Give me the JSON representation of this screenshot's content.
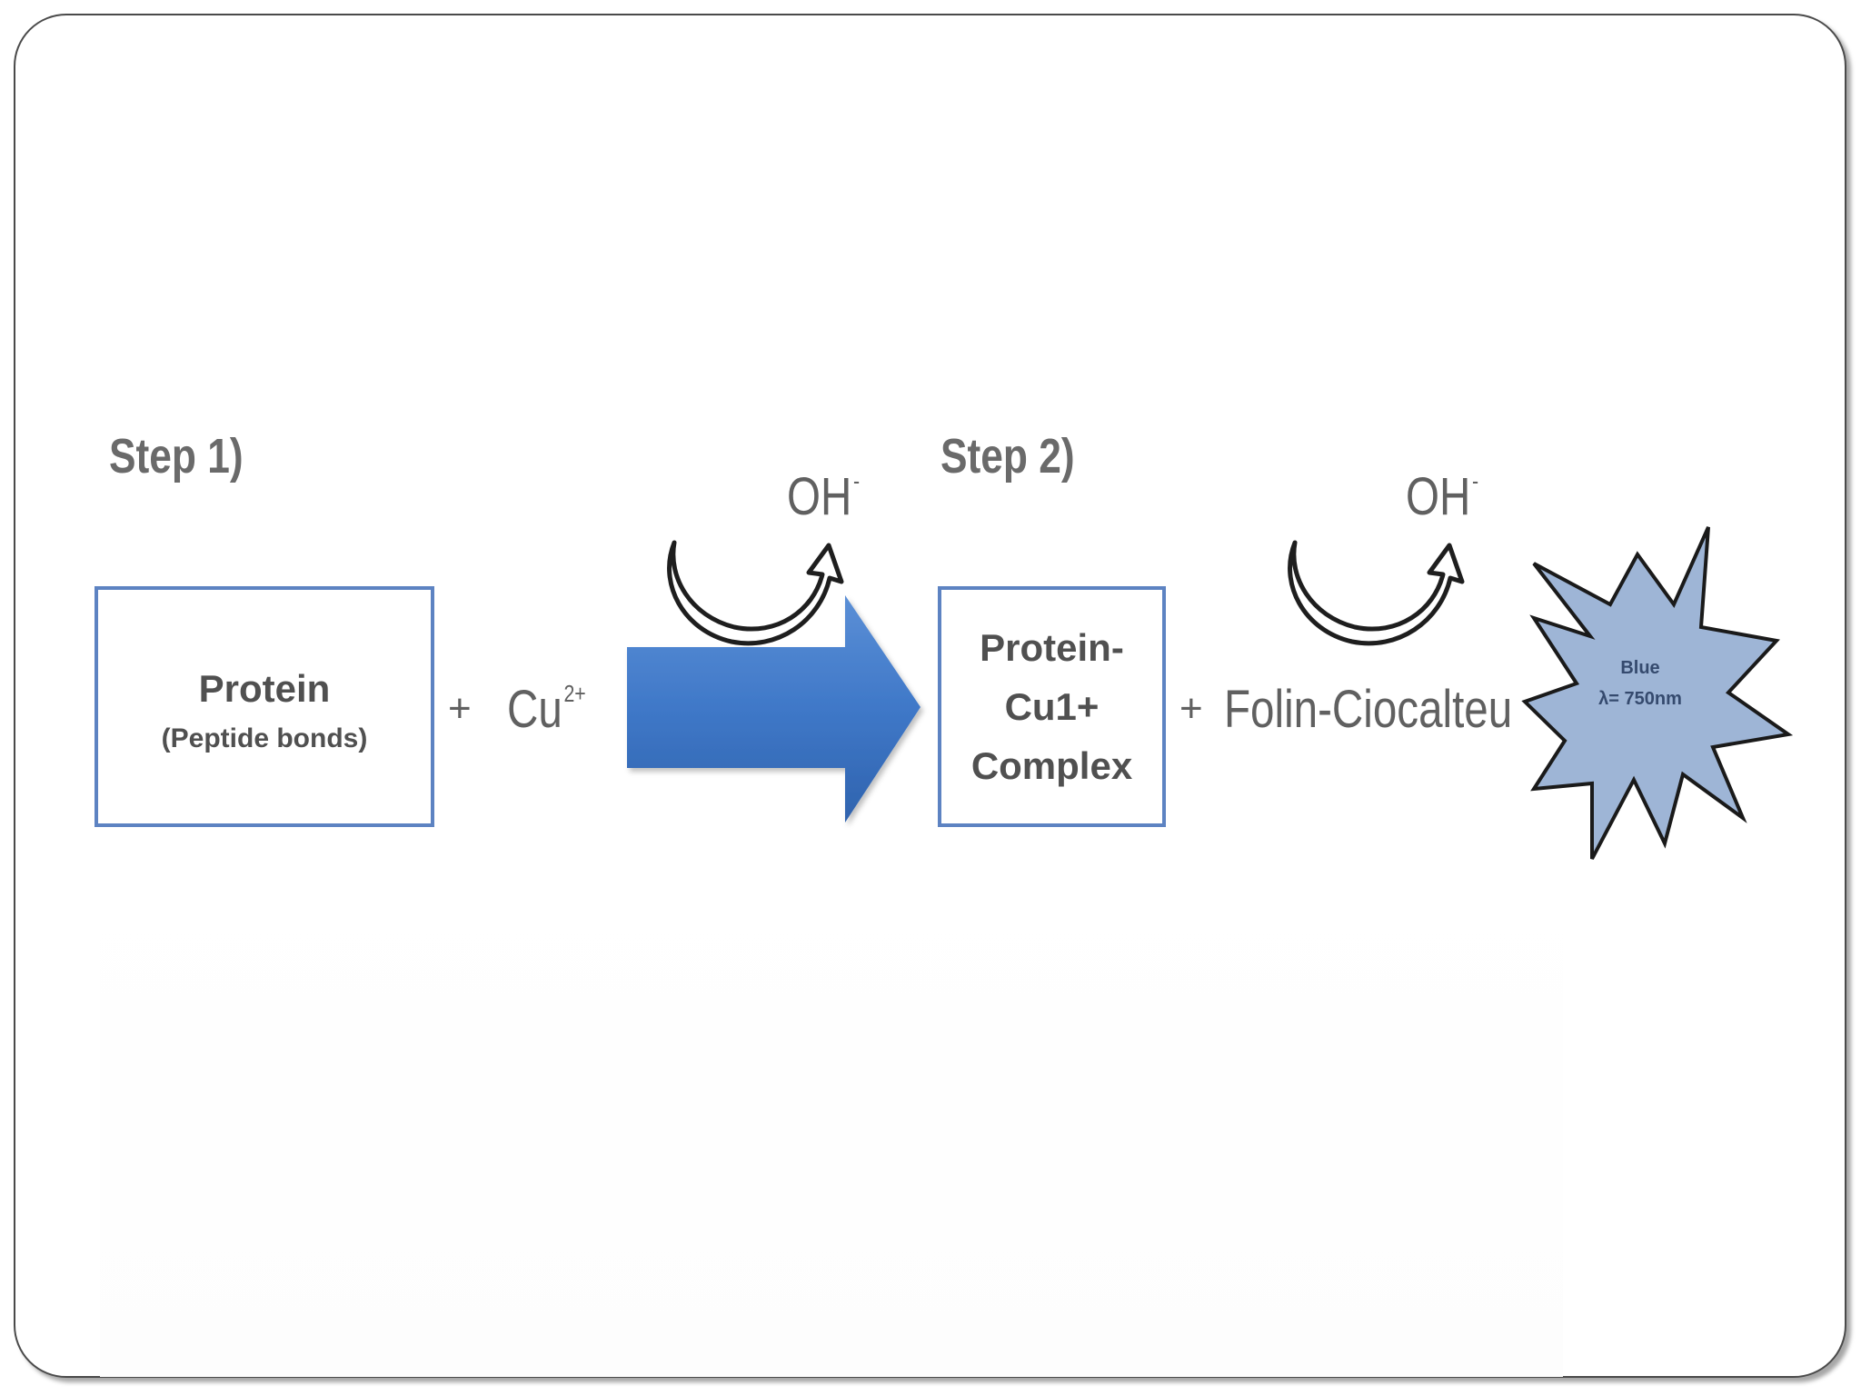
{
  "step1": {
    "label": "Step 1)",
    "box_title": "Protein",
    "box_subtitle": "(Peptide bonds)",
    "plus": "+",
    "reagent": "Cu",
    "reagent_charge": "2+",
    "catalyst": "OH",
    "catalyst_charge": "-"
  },
  "step2": {
    "label": "Step 2)",
    "box_line1": "Protein-Cu1+",
    "box_line2": "Complex",
    "plus": "+",
    "reagent": "Folin-Ciocalteu",
    "catalyst": "OH",
    "catalyst_charge": "-"
  },
  "product": {
    "line1": "Blue",
    "line2": "λ= 750nm"
  },
  "colors": {
    "box_border": "#5d83c2",
    "arrow_fill": "#3f78c8",
    "burst_fill": "#9eb5d6"
  },
  "icons": {
    "reaction_arrow": "block-arrow-right-icon",
    "curved_arrow": "curved-arrow-icon",
    "product_burst": "starburst-icon"
  }
}
